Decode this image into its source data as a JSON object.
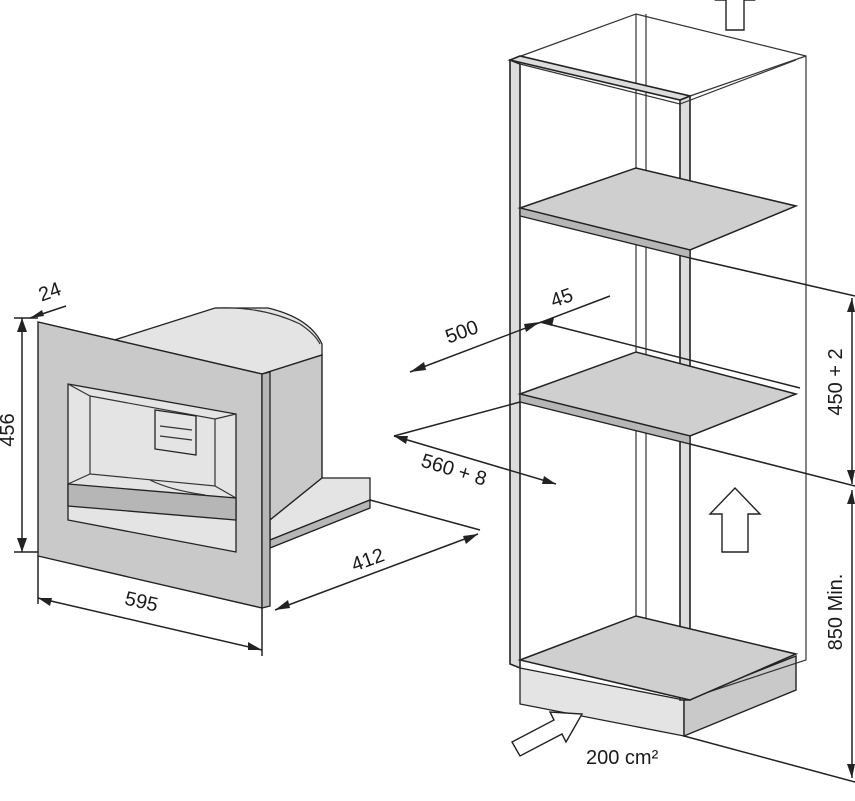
{
  "labels": {
    "machine_trim_depth": "24",
    "machine_height": "456",
    "machine_width": "595",
    "machine_depth": "412",
    "niche_depth": "500",
    "niche_rear_gap": "45",
    "niche_width": "560 + 8",
    "niche_height": "450 + 2",
    "floor_clearance": "850 Min.",
    "vent_area": "200 cm²"
  },
  "colors": {
    "outline": "#222222",
    "fill_light": "#dcdcdc",
    "fill_mid": "#c9c9c9",
    "background": "#ffffff"
  },
  "icons": [
    "airflow-arrow-up-top",
    "airflow-arrow-up-middle",
    "airflow-arrow-in-bottom"
  ]
}
